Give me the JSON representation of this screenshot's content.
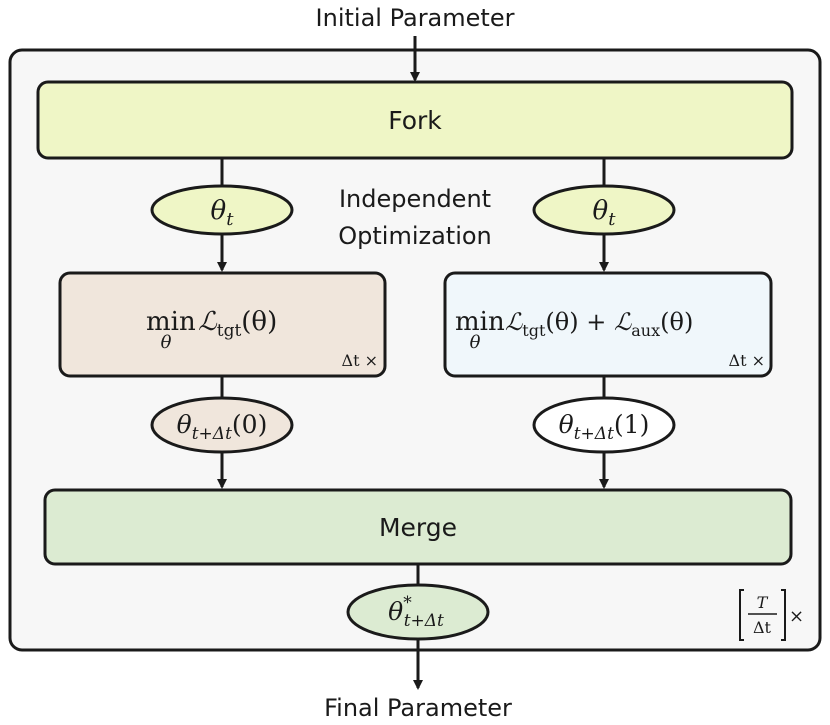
{
  "input_label": "Initial Parameter",
  "output_label": "Final Parameter",
  "fork_label": "Fork",
  "merge_label": "Merge",
  "middle_caption_line1": "Independent",
  "middle_caption_line2": "Optimization",
  "left_branch": {
    "input_symbol": "θ",
    "input_subscript": "t",
    "objective_min": "min",
    "objective_min_sub": "θ",
    "objective_L": "ℒ",
    "objective_L_sub": "tgt",
    "objective_arg": "(θ)",
    "repeat_label": "Δt ×",
    "output_symbol": "θ",
    "output_subscript": "t+Δt",
    "output_arg": "(0)"
  },
  "right_branch": {
    "input_symbol": "θ",
    "input_subscript": "t",
    "objective_min": "min",
    "objective_min_sub": "θ",
    "objective_L1": "ℒ",
    "objective_L1_sub": "tgt",
    "objective_arg1": "(θ) + ",
    "objective_L2": "ℒ",
    "objective_L2_sub": "aux",
    "objective_arg2": "(θ)",
    "repeat_label": "Δt ×",
    "output_symbol": "θ",
    "output_subscript": "t+Δt",
    "output_arg": "(1)"
  },
  "merged": {
    "symbol": "θ",
    "superscript": "*",
    "subscript": "t+Δt"
  },
  "outer_repeat": {
    "numerator": "T",
    "denominator": "Δt",
    "times": "×"
  },
  "colors": {
    "fork_fill": "#eff6c6",
    "merge_fill": "#dcebd2",
    "left_box_fill": "#f0e6dc",
    "right_box_fill": "#f0f7fb",
    "ellipse_fill": "#eff6c6",
    "outer_fill": "#f7f7f7",
    "stroke": "#1a1a1a"
  }
}
